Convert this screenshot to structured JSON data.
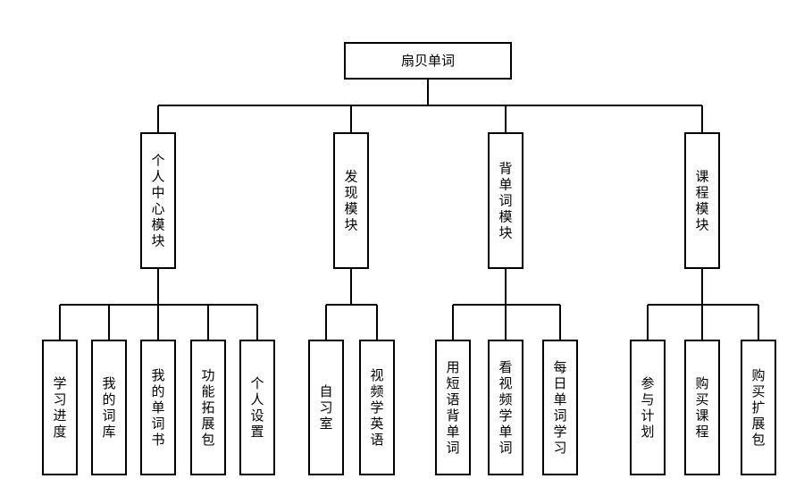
{
  "root": {
    "id": "root",
    "label": "扇贝单词"
  },
  "modules": [
    {
      "id": "m1",
      "label": "个人中心模块",
      "children": [
        {
          "id": "m1c1",
          "label": "学习进度"
        },
        {
          "id": "m1c2",
          "label": "我的词库"
        },
        {
          "id": "m1c3",
          "label": "我的单词书"
        },
        {
          "id": "m1c4",
          "label": "功能拓展包"
        },
        {
          "id": "m1c5",
          "label": "个人设置"
        }
      ]
    },
    {
      "id": "m2",
      "label": "发现模块",
      "children": [
        {
          "id": "m2c1",
          "label": "自习室"
        },
        {
          "id": "m2c2",
          "label": "视频学英语"
        }
      ]
    },
    {
      "id": "m3",
      "label": "背单词模块",
      "children": [
        {
          "id": "m3c1",
          "label": "用短语背单词"
        },
        {
          "id": "m3c2",
          "label": "看视频学单词"
        },
        {
          "id": "m3c3",
          "label": "每日单词学习"
        }
      ]
    },
    {
      "id": "m4",
      "label": "课程模块",
      "children": [
        {
          "id": "m4c1",
          "label": "参与计划"
        },
        {
          "id": "m4c2",
          "label": "购买课程"
        },
        {
          "id": "m4c3",
          "label": "购买扩展包"
        }
      ]
    }
  ]
}
